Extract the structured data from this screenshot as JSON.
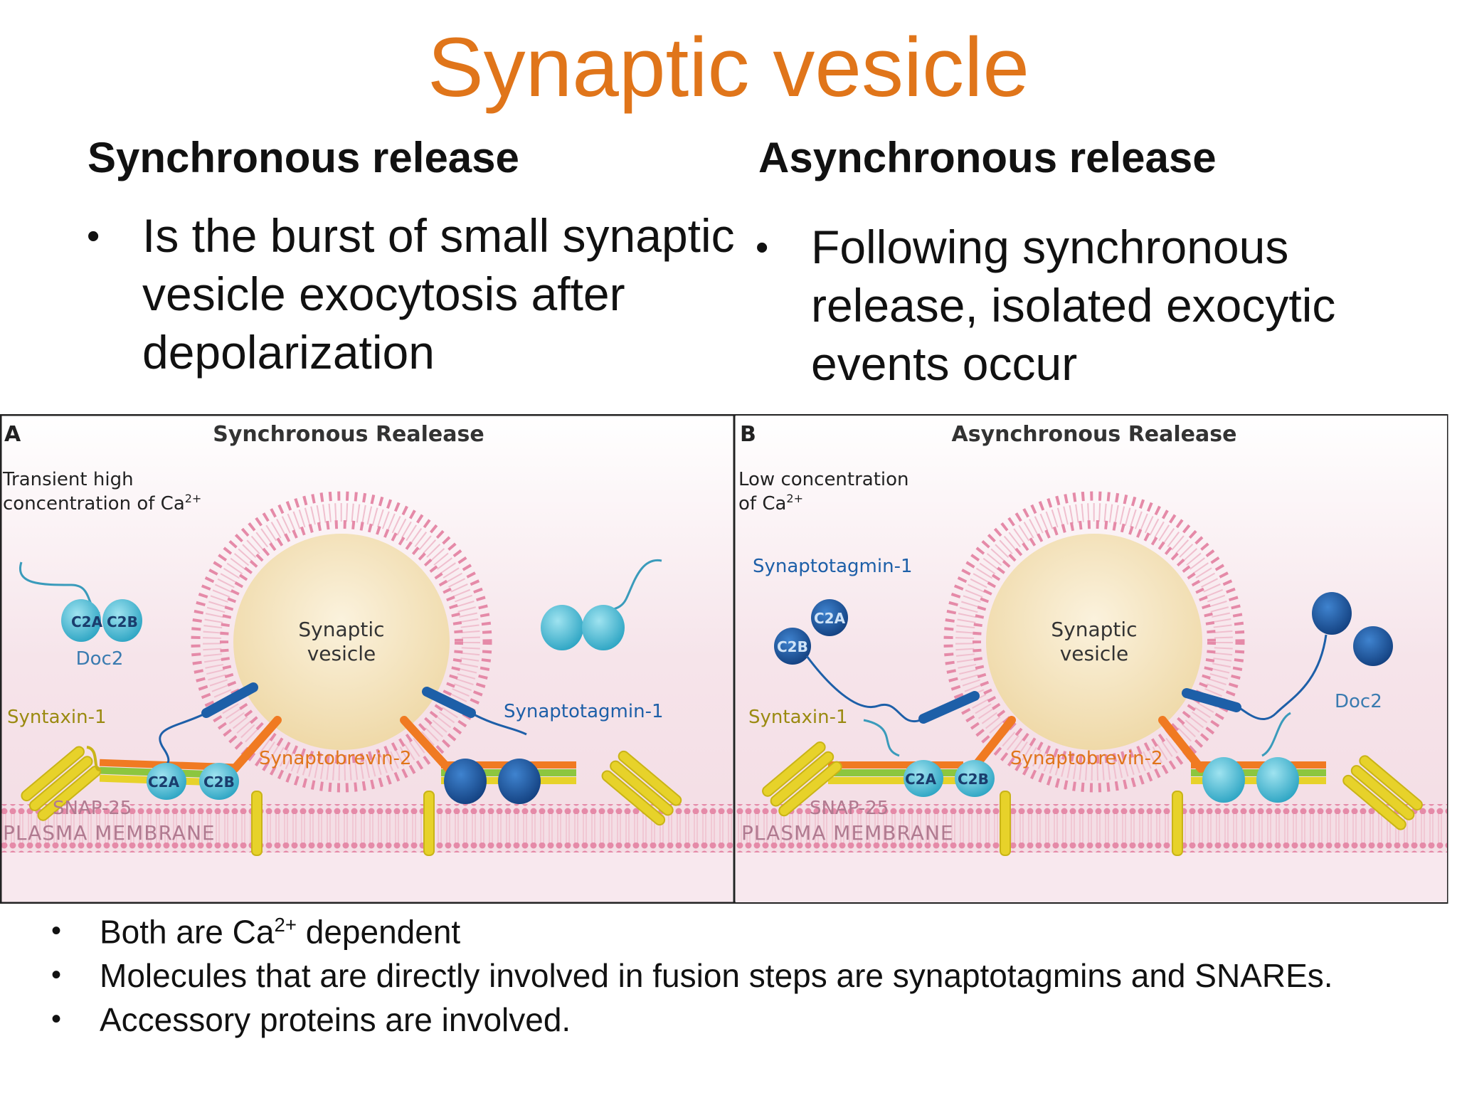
{
  "title": "Synaptic vesicle",
  "columns": [
    {
      "heading": "Synchronous release",
      "bullet": [
        "Is the burst of small synaptic",
        "vesicle exocytosis after",
        "depolarization"
      ]
    },
    {
      "heading": "Asynchronous release",
      "bullet": [
        "Following synchronous",
        "release, isolated exocytic",
        "events occur"
      ]
    }
  ],
  "panels": [
    {
      "letter": "A",
      "title": "Synchronous Realease",
      "note": [
        "Transient high",
        "concentration of Ca"
      ],
      "note_sup": "2+",
      "doc2": "Doc2",
      "syt": "Synaptotagmin-1",
      "c2a": "C2A",
      "c2b": "C2B",
      "vesicle": [
        "Synaptic",
        "vesicle"
      ],
      "syntaxin": "Syntaxin-1",
      "synaptobrevin": "Synaptobrevin-2",
      "snap": "SNAP-25",
      "membrane": "PLASMA MEMBRANE"
    },
    {
      "letter": "B",
      "title": "Asynchronous Realease",
      "note": [
        "Low concentration",
        "of Ca"
      ],
      "note_sup": "2+",
      "doc2": "Doc2",
      "syt": "Synaptotagmin-1",
      "c2a": "C2A",
      "c2b": "C2B",
      "vesicle": [
        "Synaptic",
        "vesicle"
      ],
      "syntaxin": "Syntaxin-1",
      "synaptobrevin": "Synaptobrevin-2",
      "snap": "SNAP-25",
      "membrane": "PLASMA MEMBRANE"
    }
  ],
  "footer": {
    "b1_pre": "Both are Ca",
    "b1_sup": "2+",
    "b1_post": " dependent",
    "b2": "Molecules that are directly involved in fusion steps are synaptotagmins and SNAREs.",
    "b3": "Accessory proteins are involved."
  },
  "bullet_char": "•",
  "colors": {
    "title": "#e0751a",
    "panel_bg": "#f6e4ea",
    "membrane": "#e58aa8",
    "vesicle": "#f5e6c8",
    "dark_blue": "#1d5fa8",
    "cyan": "#4dc4dc",
    "orange": "#f07a22",
    "yellow": "#e7d22a",
    "green": "#8cc63f"
  }
}
